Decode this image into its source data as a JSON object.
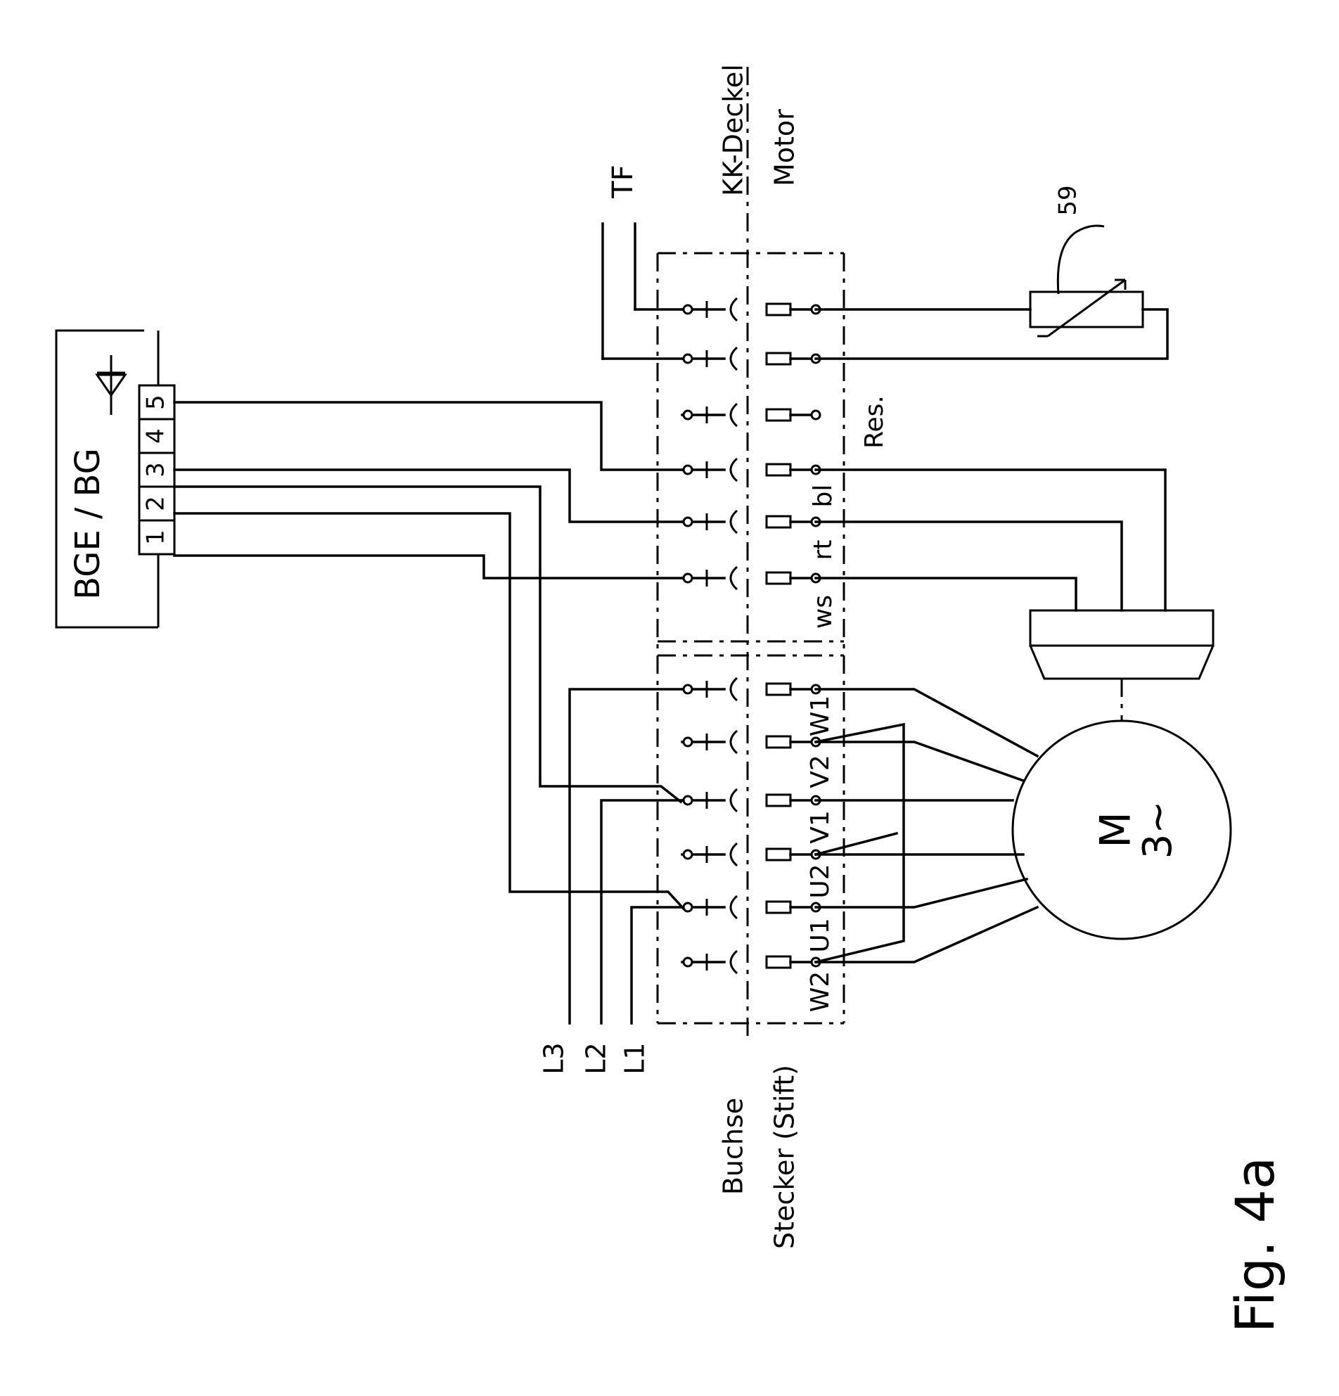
{
  "labels": {
    "unit_box": "BGE / BG",
    "terminals": [
      "1",
      "2",
      "3",
      "4",
      "5"
    ],
    "tf": "TF",
    "kk_deckel": "KK-Deckel",
    "motor": "Motor",
    "res": "Res.",
    "resistor_ref": "59",
    "brake_wires": [
      "ws",
      "rt",
      "bl"
    ],
    "motor_pins": [
      "W1",
      "V2",
      "V1",
      "U2",
      "U1",
      "W2"
    ],
    "phases": [
      "L3",
      "L2",
      "L1"
    ],
    "buchse": "Buchse",
    "stecker": "Stecker (Stift)",
    "motor_symbol": "M",
    "motor_phase": "3~",
    "figure": "Fig. 4a"
  }
}
